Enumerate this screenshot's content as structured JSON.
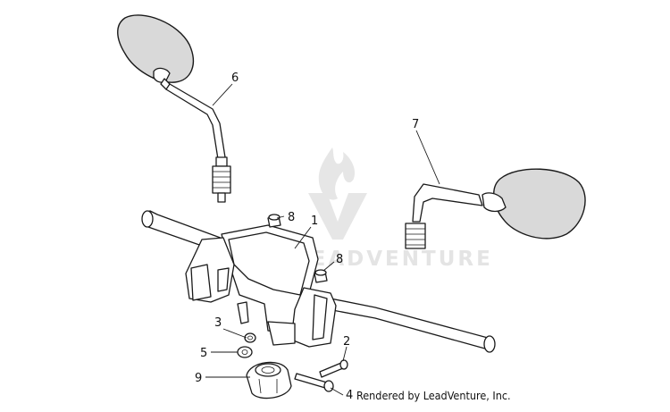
{
  "diagram": {
    "labels": [
      "1",
      "2",
      "3",
      "4",
      "5",
      "6",
      "7",
      "8",
      "8",
      "9"
    ],
    "credit": "Rendered by LeadVenture, Inc.",
    "watermark": "LEADVENTURE"
  },
  "colors": {
    "line": "#1a1a1a",
    "mirror_glass": "#d9d9d9",
    "watermark": "#e2e2e2"
  }
}
